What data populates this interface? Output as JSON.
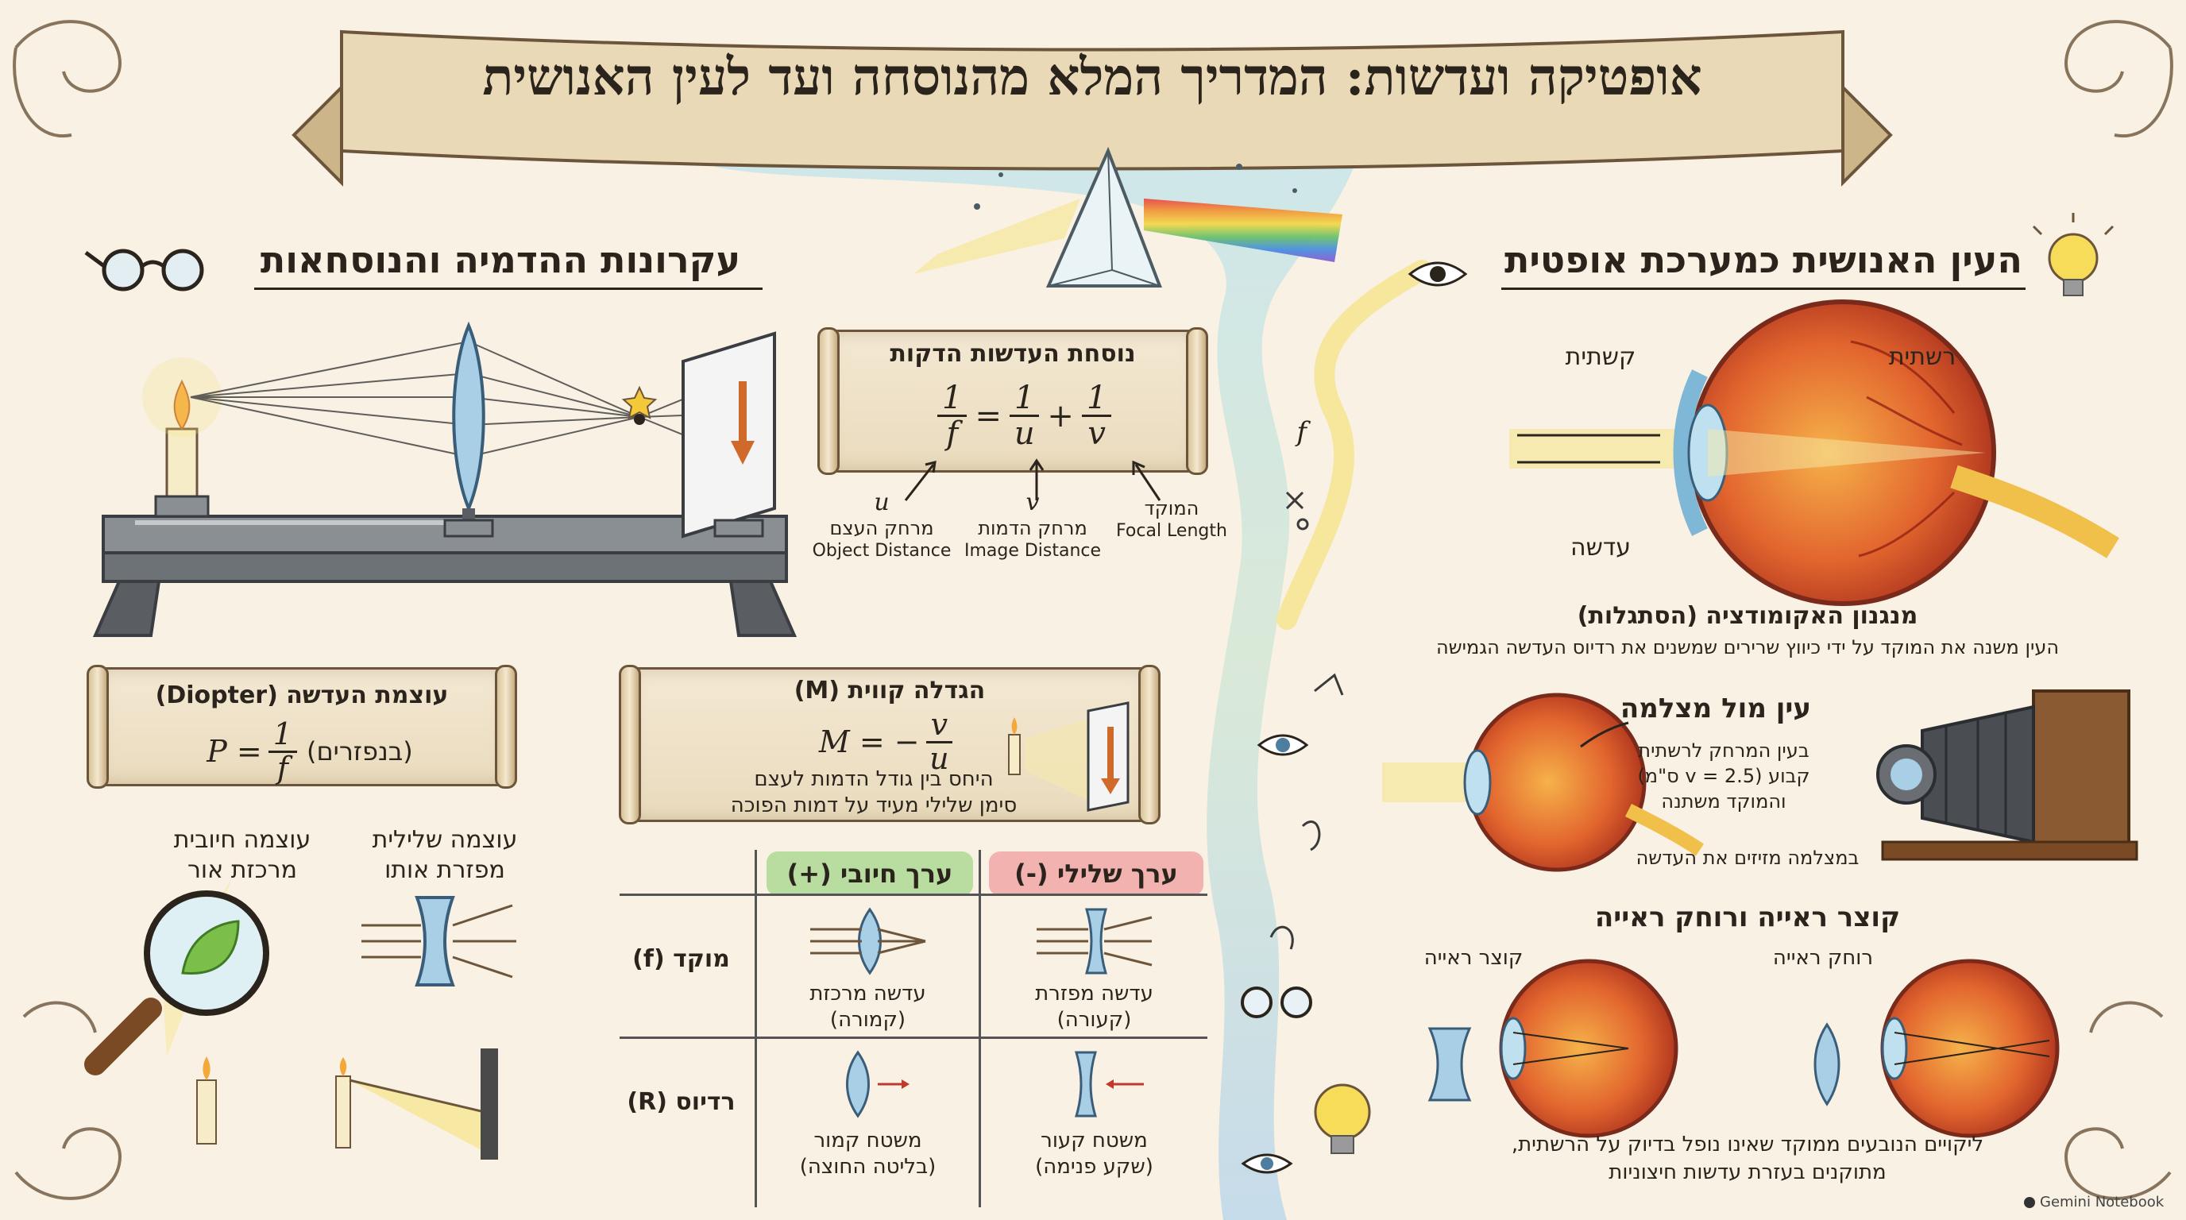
{
  "title": "אופטיקה ועדשות: המדריך המלא מהנוסחה ועד לעין האנושית",
  "left_section": {
    "title": "עקרונות ההדמיה והנוסחאות",
    "lens_formula": {
      "title": "נוסחת העדשות הדקות",
      "lhs": "1",
      "lhs_den": "f",
      "r1_den": "u",
      "r2_den": "v",
      "labels": [
        {
          "symbol": "u",
          "he": "מרחק העצם",
          "en": "Object Distance"
        },
        {
          "symbol": "v",
          "he": "מרחק הדמות",
          "en": "Image Distance"
        },
        {
          "symbol": "",
          "he": "המוקד",
          "en": "Focal Length"
        }
      ]
    },
    "power": {
      "title": "עוצמת העדשה (Diopter)",
      "formula_lhs": "P =",
      "unit": "(בנפזרים)"
    },
    "magnification": {
      "title": "הגדלה קווית (M)",
      "formula_lhs": "M = −",
      "line1": "היחס בין גודל הדמות לעצם",
      "line2": "סימן שלילי מעיד על דמות הפוכה"
    },
    "positive_power": {
      "title": "עוצמה חיובית",
      "desc": "מרכזת אור"
    },
    "negative_power": {
      "title": "עוצמה שלילית",
      "desc": "מפזרת אותו"
    },
    "sign_table": {
      "header_positive": "ערך חיובי (+)",
      "header_negative": "ערך שלילי (-)",
      "row_focus": "מוקד (f)",
      "row_radius": "רדיוס (R)",
      "focus_positive": [
        "עדשה מרכזת",
        "(קמורה)"
      ],
      "focus_negative": [
        "עדשה מפזרת",
        "(קעורה)"
      ],
      "radius_positive": [
        "משטח קמור",
        "(בליטה החוצה)"
      ],
      "radius_negative": [
        "משטח קעור",
        "(שקע פנימה)"
      ]
    }
  },
  "right_section": {
    "title": "העין האנושית כמערכת אופטית",
    "labels": {
      "cornea": "קשתית",
      "retina": "רשתית",
      "lens": "עדשה"
    },
    "accommodation": {
      "title": "מנגנון האקומודציה (הסתגלות)",
      "desc": "העין משנה את המוקד על ידי כיווץ שרירים שמשנים את רדיוס העדשה הגמישה"
    },
    "camera": {
      "title": "עין מול מצלמה",
      "lines": [
        "בעין המרחק לרשתית",
        "קבוע (v = 2.5 ס\"מ)",
        "והמוקד משתנה"
      ],
      "camera_note": "במצלמה מזיזים את העדשה"
    },
    "vision": {
      "title": "קוצר ראייה ורוחק ראייה",
      "myopia": "קוצר ראייה",
      "hyperopia": "רוחק ראייה",
      "line1": "ליקויים הנובעים ממוקד שאינו נופל בדיוק על הרשתית,",
      "line2": "מתוקנים בעזרת עדשות חיצוניות"
    }
  },
  "badge": "Gemini Notebook",
  "colors": {
    "background": "#f8f1e4",
    "ink": "#2a241c",
    "positive": "#b9dca0",
    "negative": "#f2b3b0",
    "glass": "#a9cfe6",
    "light": "#f6e27a"
  },
  "icons": [
    "glasses-icon",
    "lightbulb-icon",
    "prism-icon",
    "eye-icon",
    "candle-icon",
    "magnifier-icon",
    "camera-icon",
    "star-icon"
  ]
}
